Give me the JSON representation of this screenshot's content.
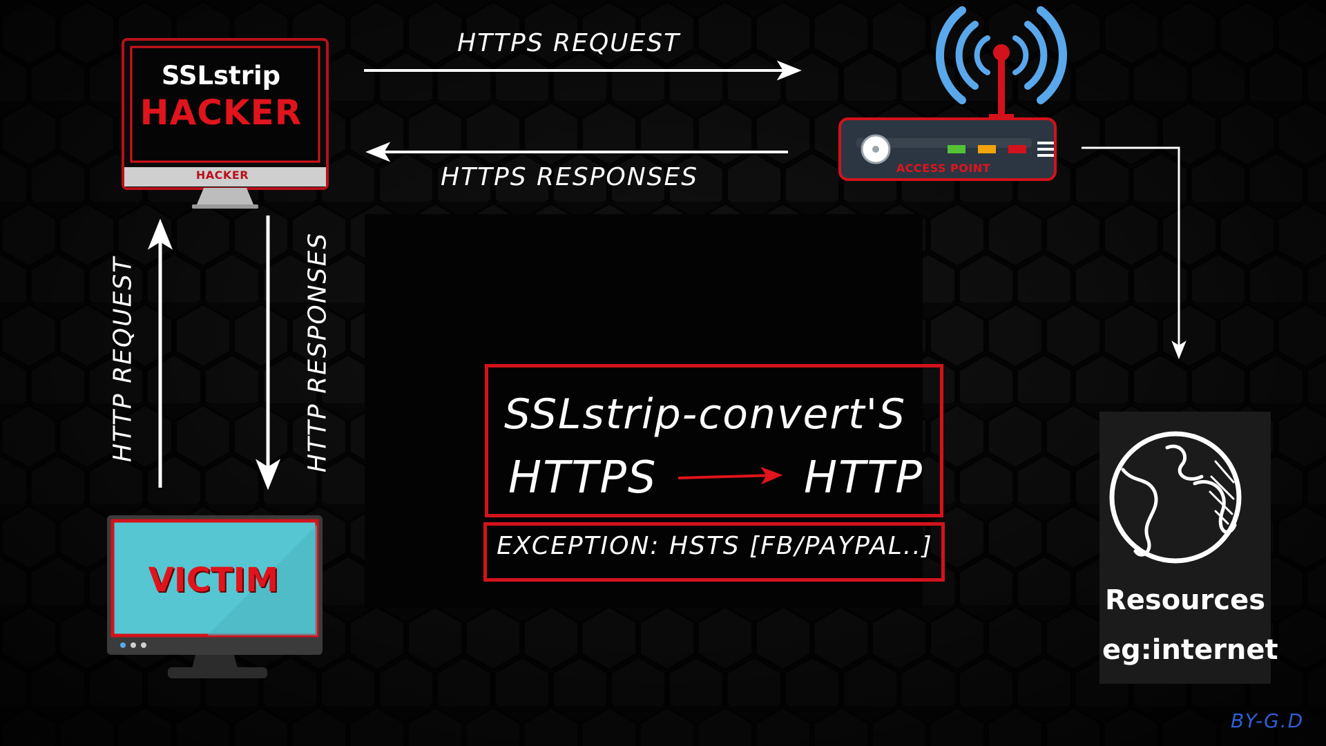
{
  "nodes": {
    "hacker": {
      "title": "SSLstrip",
      "subtitle": "HACKER",
      "base_label": "HACKER"
    },
    "victim": {
      "label": "VICTIM"
    },
    "access_point": {
      "label": "ACCESS POINT"
    },
    "resources": {
      "line1": "Resources",
      "line2": "eg:internet"
    }
  },
  "edges": {
    "https_request": "HTTPS REQUEST",
    "https_responses": "HTTPS RESPONSES",
    "http_request": "HTTP REQUEST",
    "http_responses": "HTTP RESPONSES"
  },
  "conversion_box": {
    "title": "SSLstrip-convert'S",
    "from": "HTTPS",
    "to": "HTTP",
    "exception": "EXCEPTION: HSTS [FB/PAYPAL..]"
  },
  "credit": "BY-G.D",
  "colors": {
    "accent_red": "#d4121b",
    "victim_screen": "#56c6d2",
    "wifi_blue": "#5aa8ec",
    "credit_blue": "#2f5fd6",
    "led_green": "#55c236",
    "led_orange": "#f2a40b",
    "led_red": "#d4121b"
  },
  "icons": [
    "hacker-monitor-icon",
    "victim-monitor-icon",
    "access-point-router-icon",
    "wifi-signal-icon",
    "globe-icon"
  ]
}
